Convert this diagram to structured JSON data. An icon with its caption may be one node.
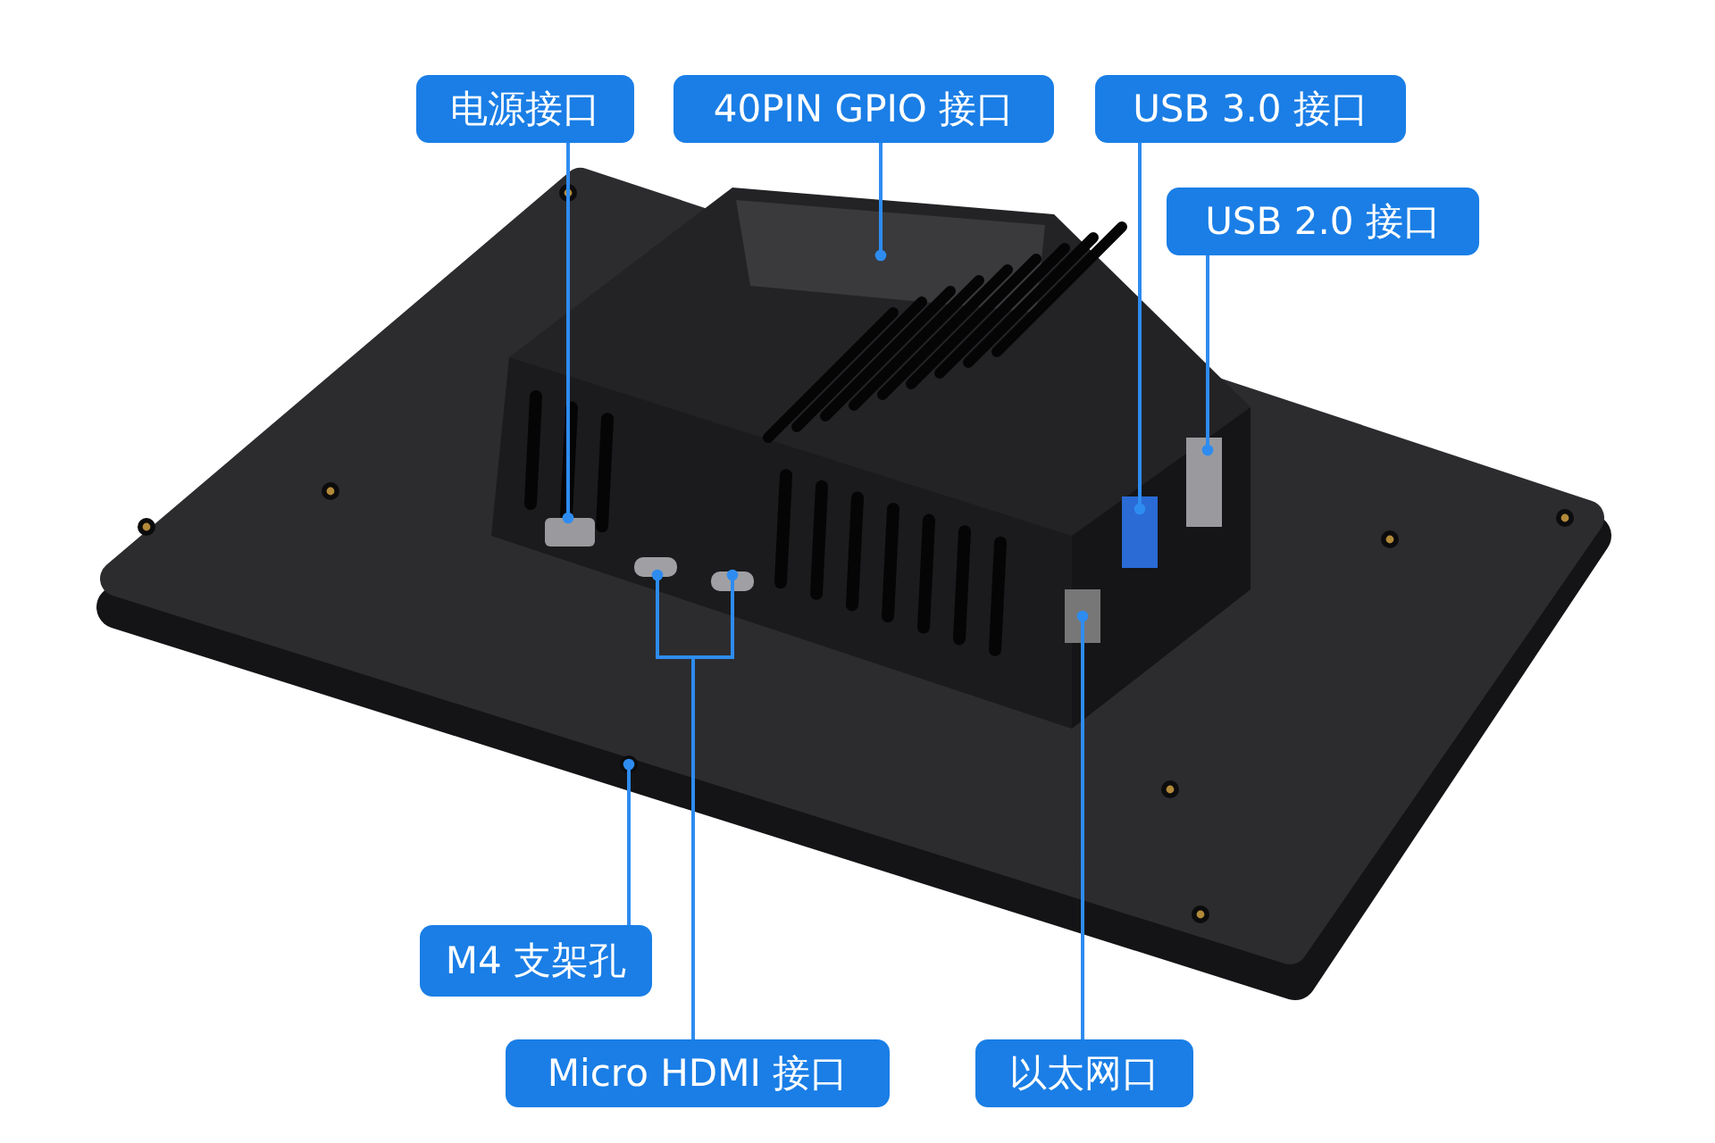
{
  "diagram": {
    "nodes": [
      {
        "text": [
          "电源接口"
        ]
      },
      {
        "text": [
          "40PIN GPIO 接口"
        ]
      },
      {
        "text": [
          "USB 3.0 接口"
        ]
      },
      {
        "text": [
          "USB 2.0 接口"
        ]
      },
      {
        "text": [
          "M4 支架孔"
        ]
      },
      {
        "text": [
          "Micro HDMI 接口"
        ]
      },
      {
        "text": [
          "以太网口"
        ]
      }
    ],
    "edges": [
      {
        "from": 0,
        "to": null,
        "arrow": "other"
      },
      {
        "from": 1,
        "to": null,
        "arrow": "other"
      },
      {
        "from": 2,
        "to": null,
        "arrow": "other"
      },
      {
        "from": 3,
        "to": null,
        "arrow": "other"
      },
      {
        "from": 4,
        "to": null,
        "arrow": "other"
      },
      {
        "from": 5,
        "to": null,
        "arrow": "other"
      },
      {
        "from": 5,
        "to": null,
        "arrow": "other"
      },
      {
        "from": 6,
        "to": null,
        "arrow": "other"
      }
    ]
  }
}
